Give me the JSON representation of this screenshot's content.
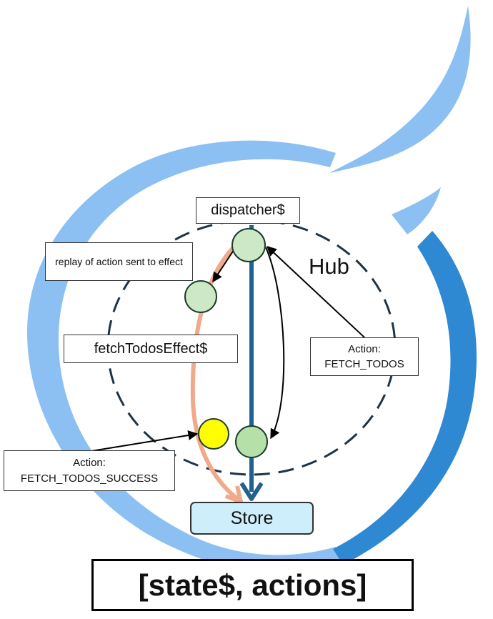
{
  "diagram": {
    "hub_label": "Hub",
    "dispatcher_label": "dispatcher$",
    "replay_note": "replay of action sent to effect",
    "effect_label": "fetchTodosEffect$",
    "fetch_action": {
      "line1": "Action:",
      "line2": "FETCH_TODOS"
    },
    "success_action": {
      "line1": "Action:",
      "line2": "FETCH_TODOS_SUCCESS"
    },
    "store_label": "Store",
    "result_label": "[state$, actions]"
  },
  "colors": {
    "logo_light_blue": "#8cc0f2",
    "logo_dark_blue": "#2f88d2",
    "stream_blue": "#21628f",
    "effect_stream": "#f0a98a",
    "action_node": "#cde8c7",
    "success_action_node": "#ffff00",
    "store_fill": "#cdeefa"
  }
}
